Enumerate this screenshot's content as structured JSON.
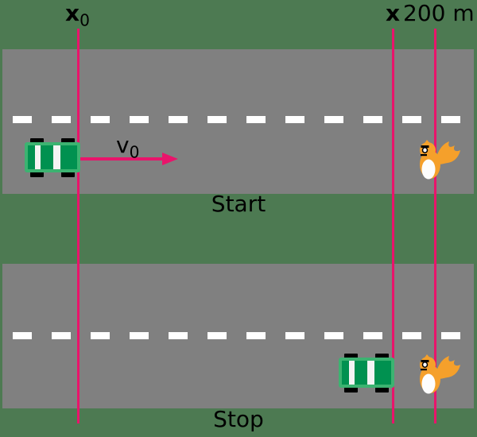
{
  "figure": {
    "top_labels": {
      "x0_base": "x",
      "x0_sub": "0",
      "x_marker": "x",
      "distance_marker": "200 m"
    },
    "velocity_label": {
      "base": "v",
      "sub": "0"
    },
    "scenes": [
      {
        "caption": "Start",
        "car": "left of x0 line moving right",
        "squirrel": "on 200 m line"
      },
      {
        "caption": "Stop",
        "car": "stopped at x line",
        "squirrel": "on 200 m line"
      }
    ]
  },
  "icons": {
    "car": "car-top-view-icon",
    "squirrel": "squirrel-icon",
    "velocity_arrow": "right-arrow"
  },
  "colors": {
    "background": "#4d7a52",
    "road": "#808080",
    "lane_dash": "#ffffff",
    "marker_line": "#e9146b",
    "arrow": "#e9146b",
    "car_body": "#3cb371",
    "car_inner": "#009150",
    "car_stripe": "#f4f4f4",
    "wheel": "#000000",
    "squirrel_body": "#f5a02b",
    "squirrel_belly": "#fdfdfd",
    "text": "#000000"
  }
}
